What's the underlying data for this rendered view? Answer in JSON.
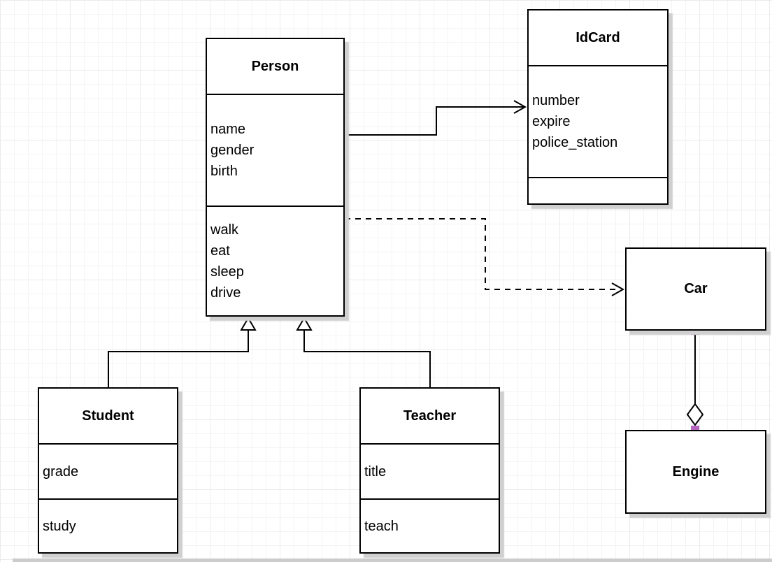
{
  "canvas": {
    "grid_minor_color": "#f4f4f4",
    "grid_major_color": "#ebebeb",
    "box_shadow_color": "#d0d0d0",
    "page_edge_shadow_color": "#cccccc",
    "line_color": "#000000",
    "connection_point_color": "#b464be"
  },
  "classes": {
    "person": {
      "title": "Person",
      "attributes": [
        "name",
        "gender",
        "birth"
      ],
      "methods": [
        "walk",
        "eat",
        "sleep",
        "drive"
      ]
    },
    "idcard": {
      "title": "IdCard",
      "attributes": [
        "number",
        "expire",
        "police_station"
      ],
      "methods": []
    },
    "car": {
      "title": "Car"
    },
    "engine": {
      "title": "Engine"
    },
    "student": {
      "title": "Student",
      "attributes": [
        "grade"
      ],
      "methods": [
        "study"
      ]
    },
    "teacher": {
      "title": "Teacher",
      "attributes": [
        "title"
      ],
      "methods": [
        "teach"
      ]
    }
  },
  "relationships": [
    {
      "from": "Person",
      "to": "IdCard",
      "type": "association",
      "line": "solid",
      "arrowhead": "open"
    },
    {
      "from": "Person",
      "to": "Car",
      "type": "dependency",
      "line": "dashed",
      "arrowhead": "open"
    },
    {
      "from": "Student",
      "to": "Person",
      "type": "generalization",
      "line": "solid",
      "arrowhead": "hollow-triangle"
    },
    {
      "from": "Teacher",
      "to": "Person",
      "type": "generalization",
      "line": "solid",
      "arrowhead": "hollow-triangle"
    },
    {
      "from": "Car",
      "to": "Engine",
      "type": "aggregation",
      "line": "solid",
      "arrowhead": "hollow-diamond"
    }
  ]
}
